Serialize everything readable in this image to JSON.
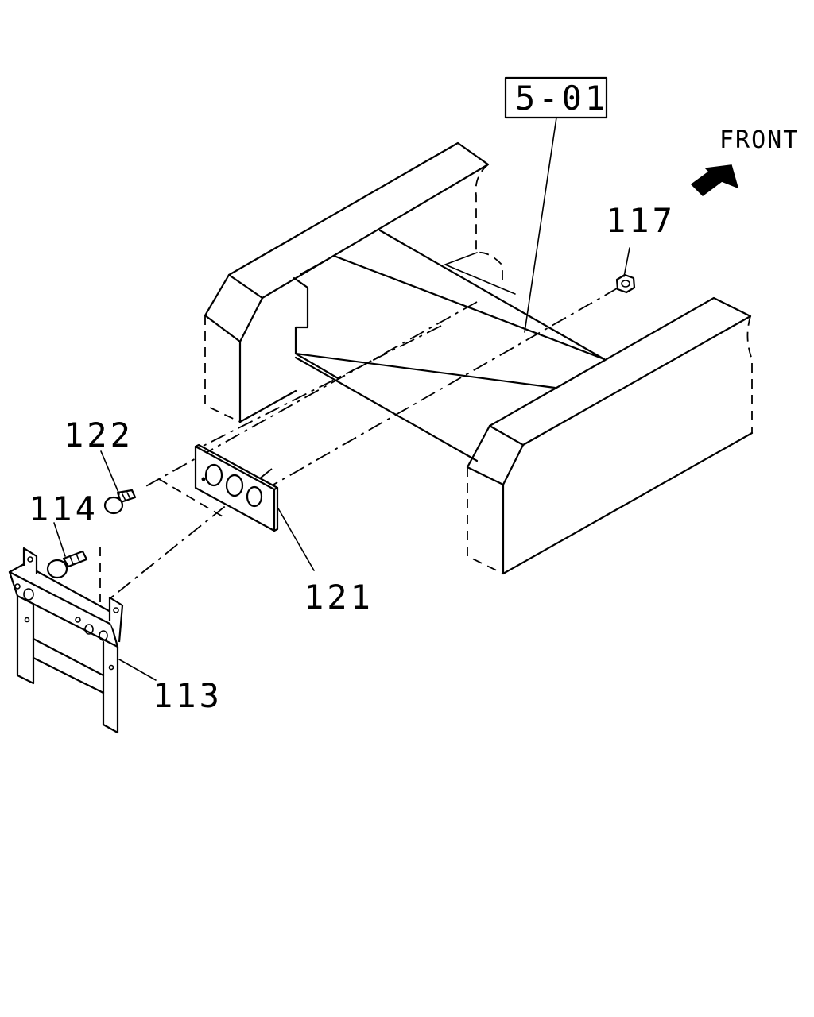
{
  "figure": {
    "ref_box": "5-01",
    "direction": "FRONT",
    "parts": {
      "p117": "117",
      "p122": "122",
      "p114": "114",
      "p121": "121",
      "p113": "113"
    }
  }
}
